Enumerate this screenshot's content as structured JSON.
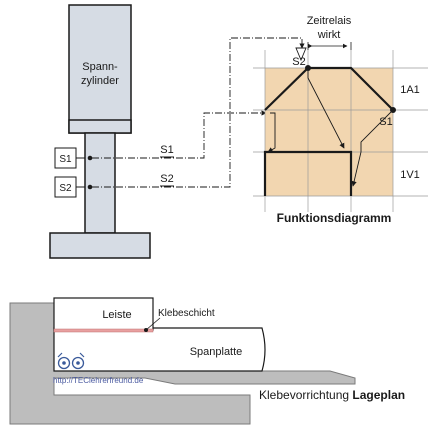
{
  "cylinder": {
    "label_line1": "Spann-",
    "label_line2": "zylinder",
    "sensor_top": "S1",
    "sensor_bottom": "S2"
  },
  "signals": {
    "s1": "S1",
    "s2": "S2"
  },
  "function_diagram": {
    "timer_line1": "Zeitrelais",
    "timer_line2": "wirkt",
    "point_s2": "S2",
    "point_s1": "S1",
    "row_top": "1A1",
    "row_bottom": "1V1",
    "title": "Funktionsdiagramm"
  },
  "fixture": {
    "strip": "Leiste",
    "adhesive": "Klebeschicht",
    "board": "Spanplatte",
    "watermark": "http://TEClehrerfreund.de",
    "caption_regular": "Klebevorrichtung ",
    "caption_bold": "Lageplan"
  },
  "colors": {
    "metal": "#d6dce4",
    "grid_fill": "#f2d6b0",
    "base_gray": "#bdbdbd",
    "adhesive": "#e8a0a0",
    "line": "#1a1a1a"
  }
}
